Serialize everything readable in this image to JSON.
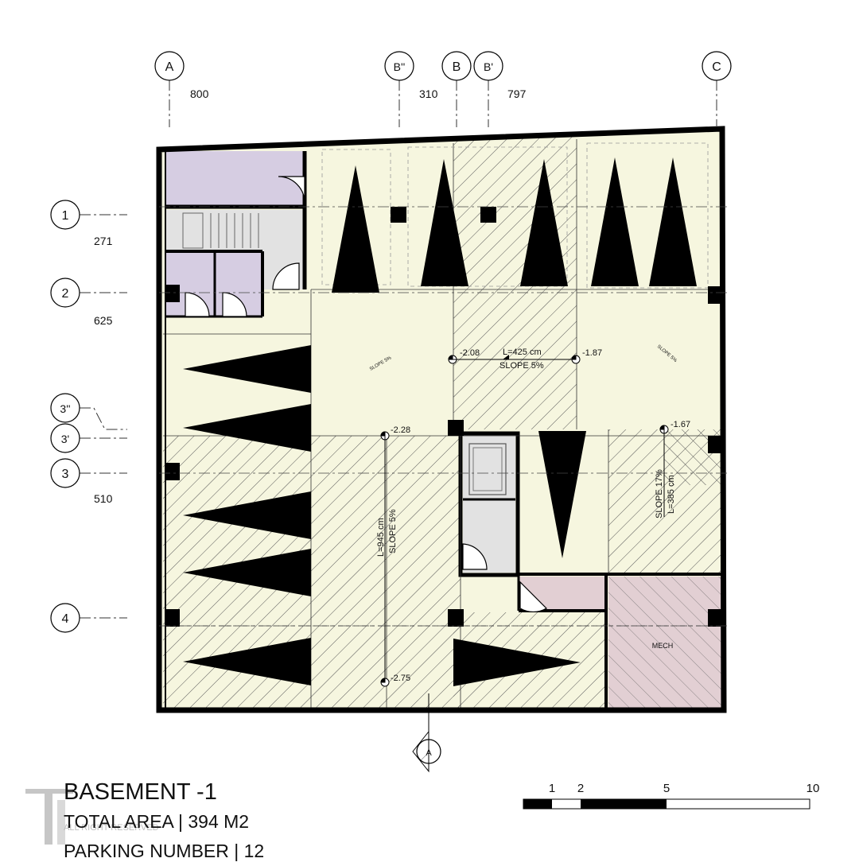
{
  "grid": {
    "columns": [
      "A",
      "B''",
      "B",
      "B'",
      "C"
    ],
    "column_spacings": [
      "800",
      "310",
      "797"
    ],
    "rows": [
      "1",
      "2",
      "3''",
      "3'",
      "3",
      "4"
    ],
    "row_spacings": [
      "271",
      "625",
      "510"
    ]
  },
  "levels": {
    "l1": "-2.08",
    "l2": "-1.87",
    "l3": "-2.28",
    "l4": "-1.67",
    "l5": "-2.75"
  },
  "ramps": {
    "top_length": "L=425 cm",
    "top_slope": "SLOPE 5%",
    "left_length": "L=945 cm",
    "left_slope": "SLOPE 5%",
    "right_slope": "SLOPE 17%",
    "right_length": "L=385 cm",
    "small_slope_left": "SLOPE 5%",
    "small_slope_right": "SLOPE 5%"
  },
  "rooms": {
    "mech": "MECH"
  },
  "section_marker": "A",
  "title_block": {
    "title": "BASEMENT -1",
    "area": "TOTAL AREA | 394 M2",
    "parking": "PARKING NUMBER | 12"
  },
  "scale_bar": {
    "ticks": [
      "1",
      "2",
      "5",
      "10"
    ]
  },
  "watermark": {
    "text": "ALL RIGHT RESERVED"
  },
  "colors": {
    "parking_fill": "#f6f6df",
    "service_purple": "#d6cde2",
    "stair_gray": "#e2e2e2",
    "mech_pink": "#e2cfd3",
    "wall": "#000000"
  }
}
